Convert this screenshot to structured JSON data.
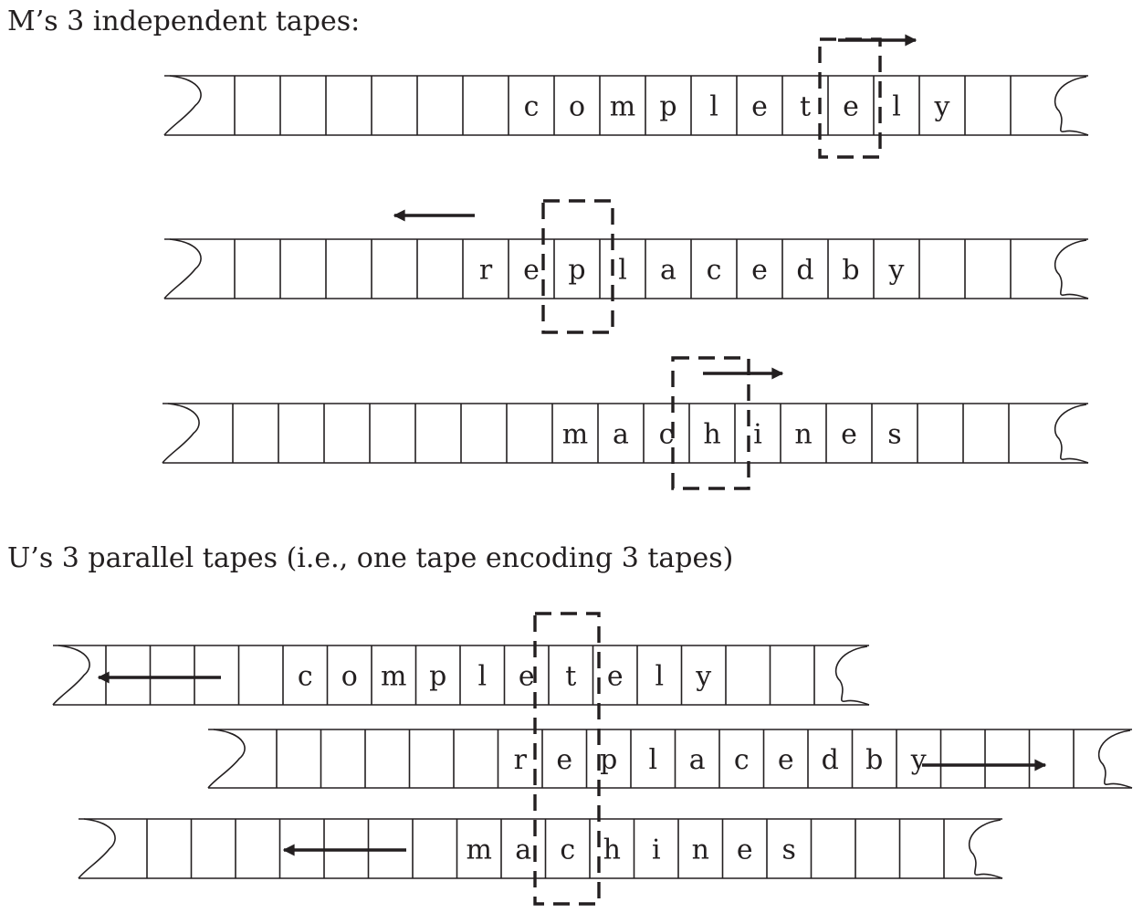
{
  "headings": {
    "independent": "M’s 3 independent tapes:",
    "parallel": "U’s 3 parallel tapes (i.e., one tape encoding 3 tapes)"
  },
  "independent_tapes": [
    {
      "id": "tape-1",
      "cells": [
        "",
        "",
        "",
        "",
        "",
        "",
        "c",
        "o",
        "m",
        "p",
        "l",
        "e",
        "t",
        "e",
        "l",
        "y",
        "",
        "",
        "",
        ""
      ],
      "head_cell": 13,
      "move": "right"
    },
    {
      "id": "tape-2",
      "cells": [
        "",
        "",
        "",
        "",
        "",
        "r",
        "e",
        "p",
        "l",
        "a",
        "c",
        "e",
        "d",
        "b",
        "y",
        "",
        "",
        "",
        "",
        ""
      ],
      "head_cell": 7,
      "move": "left"
    },
    {
      "id": "tape-3",
      "cells": [
        "",
        "",
        "",
        "",
        "",
        "",
        "",
        "m",
        "a",
        "c",
        "h",
        "i",
        "n",
        "e",
        "s",
        "",
        "",
        "",
        "",
        ""
      ],
      "head_cell": 10,
      "move": "right"
    }
  ],
  "parallel_tapes": [
    {
      "id": "track-1",
      "cells": [
        "",
        "",
        "",
        "",
        "c",
        "o",
        "m",
        "p",
        "l",
        "e",
        "t",
        "e",
        "l",
        "y",
        "",
        "",
        "",
        ""
      ],
      "head_cell": 11,
      "move": "left"
    },
    {
      "id": "track-2",
      "cells": [
        "",
        "",
        "",
        "",
        "",
        "r",
        "e",
        "p",
        "l",
        "a",
        "c",
        "e",
        "d",
        "b",
        "y",
        "",
        "",
        ""
      ],
      "head_cell": 7,
      "move": "right"
    },
    {
      "id": "track-3",
      "cells": [
        "",
        "",
        "",
        "",
        "",
        "",
        "",
        "m",
        "a",
        "c",
        "h",
        "i",
        "n",
        "e",
        "s",
        "",
        "",
        "",
        ""
      ],
      "head_cell": 10,
      "move": "left"
    }
  ],
  "colors": {
    "ink": "#231f20",
    "background": "#ffffff"
  }
}
